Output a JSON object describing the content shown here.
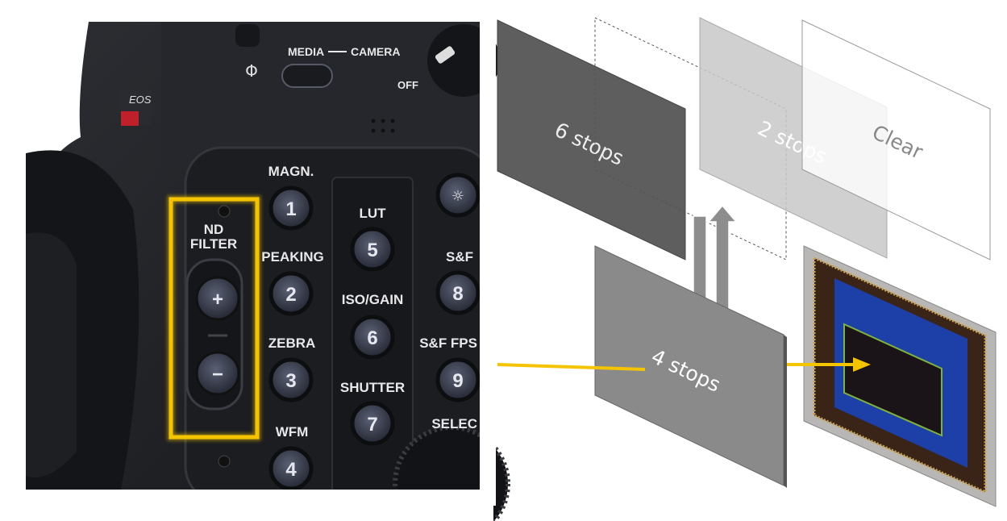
{
  "camera": {
    "brand_logo": "EOS",
    "mode_switch": {
      "left": "MEDIA",
      "right": "CAMERA",
      "off": "OFF"
    },
    "sensor_plane_symbol": "Φ",
    "nd_filter": {
      "label_line1": "ND",
      "label_line2": "FILTER",
      "plus": "+",
      "minus": "−"
    },
    "buttons": [
      {
        "label": "MAGN.",
        "number": "1"
      },
      {
        "label": "PEAKING",
        "number": "2"
      },
      {
        "label": "ZEBRA",
        "number": "3"
      },
      {
        "label": "WFM",
        "number": "4"
      },
      {
        "label": "LUT",
        "number": "5"
      },
      {
        "label": "ISO/GAIN",
        "number": "6"
      },
      {
        "label": "SHUTTER",
        "number": "7"
      },
      {
        "label": "S&F",
        "number": "8"
      },
      {
        "label": "S&F FPS",
        "number": "9"
      },
      {
        "label": "SELEC",
        "number": ""
      }
    ],
    "highlight_color": "#f5c400"
  },
  "diagram": {
    "filters": [
      {
        "label": "6 stops",
        "color": "#5e5e5e"
      },
      {
        "label": "2 stops",
        "color": "#c8c8c8"
      },
      {
        "label": "Clear",
        "color": "#ffffff"
      },
      {
        "label": "4 stops",
        "color": "#8a8a8a"
      }
    ],
    "light_color": "#f5c400",
    "sensor_color": "#1d3fa8"
  }
}
